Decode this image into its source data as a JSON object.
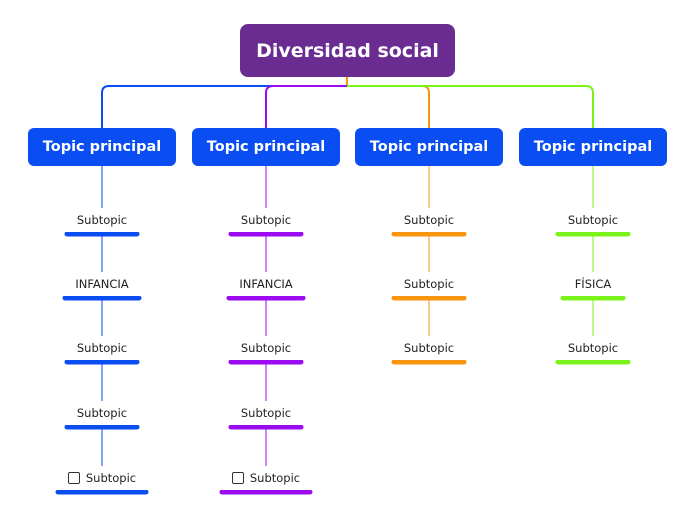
{
  "root": {
    "title": "Diversidad social"
  },
  "colors": {
    "root_bg": "#6a2c91",
    "topic_bg": "#0a4df2",
    "branches": [
      "#0a4df2",
      "#9a0bf2",
      "#f7960e",
      "#7bf21a"
    ]
  },
  "columns": [
    {
      "title": "Topic principal",
      "color": "#0a4df2",
      "subtopics": [
        {
          "label": "Subtopic",
          "checkbox": false
        },
        {
          "label": "INFANCIA",
          "checkbox": false
        },
        {
          "label": "Subtopic",
          "checkbox": false
        },
        {
          "label": "Subtopic",
          "checkbox": false
        },
        {
          "label": "Subtopic",
          "checkbox": true
        }
      ]
    },
    {
      "title": "Topic principal",
      "color": "#9a0bf2",
      "subtopics": [
        {
          "label": "Subtopic",
          "checkbox": false
        },
        {
          "label": "INFANCIA",
          "checkbox": false
        },
        {
          "label": "Subtopic",
          "checkbox": false
        },
        {
          "label": "Subtopic",
          "checkbox": false
        },
        {
          "label": "Subtopic",
          "checkbox": true
        }
      ]
    },
    {
      "title": "Topic principal",
      "color": "#f7960e",
      "subtopics": [
        {
          "label": "Subtopic",
          "checkbox": false
        },
        {
          "label": "Subtopic",
          "checkbox": false
        },
        {
          "label": "Subtopic",
          "checkbox": false
        }
      ]
    },
    {
      "title": "Topic principal",
      "color": "#7bf21a",
      "subtopics": [
        {
          "label": "Subtopic",
          "checkbox": false
        },
        {
          "label": "FÍSICA",
          "checkbox": false
        },
        {
          "label": "Subtopic",
          "checkbox": false
        }
      ]
    }
  ]
}
